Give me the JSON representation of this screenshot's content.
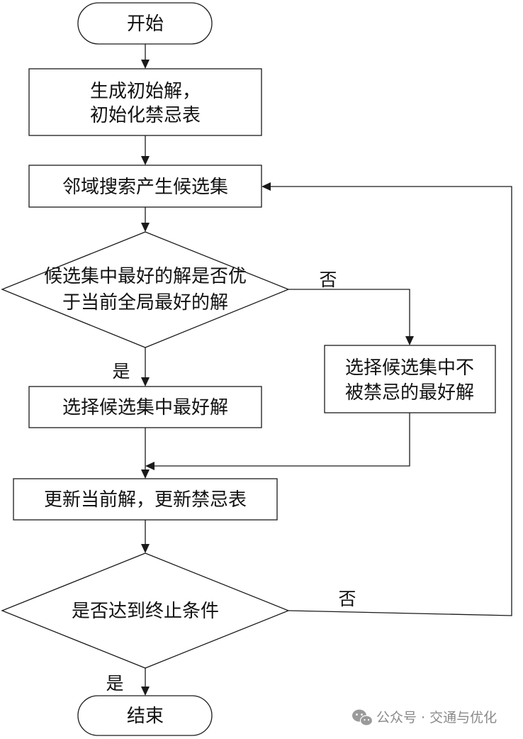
{
  "diagram": {
    "nodes": {
      "start": {
        "lines": [
          "开始"
        ]
      },
      "init": {
        "lines": [
          "生成初始解，",
          "初始化禁忌表"
        ]
      },
      "neighborhood": {
        "lines": [
          "邻域搜索产生候选集"
        ]
      },
      "decision_better": {
        "lines": [
          "候选集中最好的解是否优",
          "于当前全局最好的解"
        ]
      },
      "select_non_tabu": {
        "lines": [
          "选择候选集中不",
          "被禁忌的最好解"
        ]
      },
      "select_best": {
        "lines": [
          "选择候选集中最好解"
        ]
      },
      "update": {
        "lines": [
          "更新当前解，更新禁忌表"
        ]
      },
      "decision_stop": {
        "lines": [
          "是否达到终止条件"
        ]
      },
      "end": {
        "lines": [
          "结束"
        ]
      }
    },
    "edge_labels": {
      "better_no": "否",
      "better_yes": "是",
      "stop_no": "否",
      "stop_yes": "是"
    }
  },
  "watermark": {
    "icon": "wechat-icon",
    "text": "公众号 · 交通与优化"
  },
  "colors": {
    "line": "#1a1a1a",
    "text": "#111111",
    "watermark": "#8a8a8a"
  }
}
